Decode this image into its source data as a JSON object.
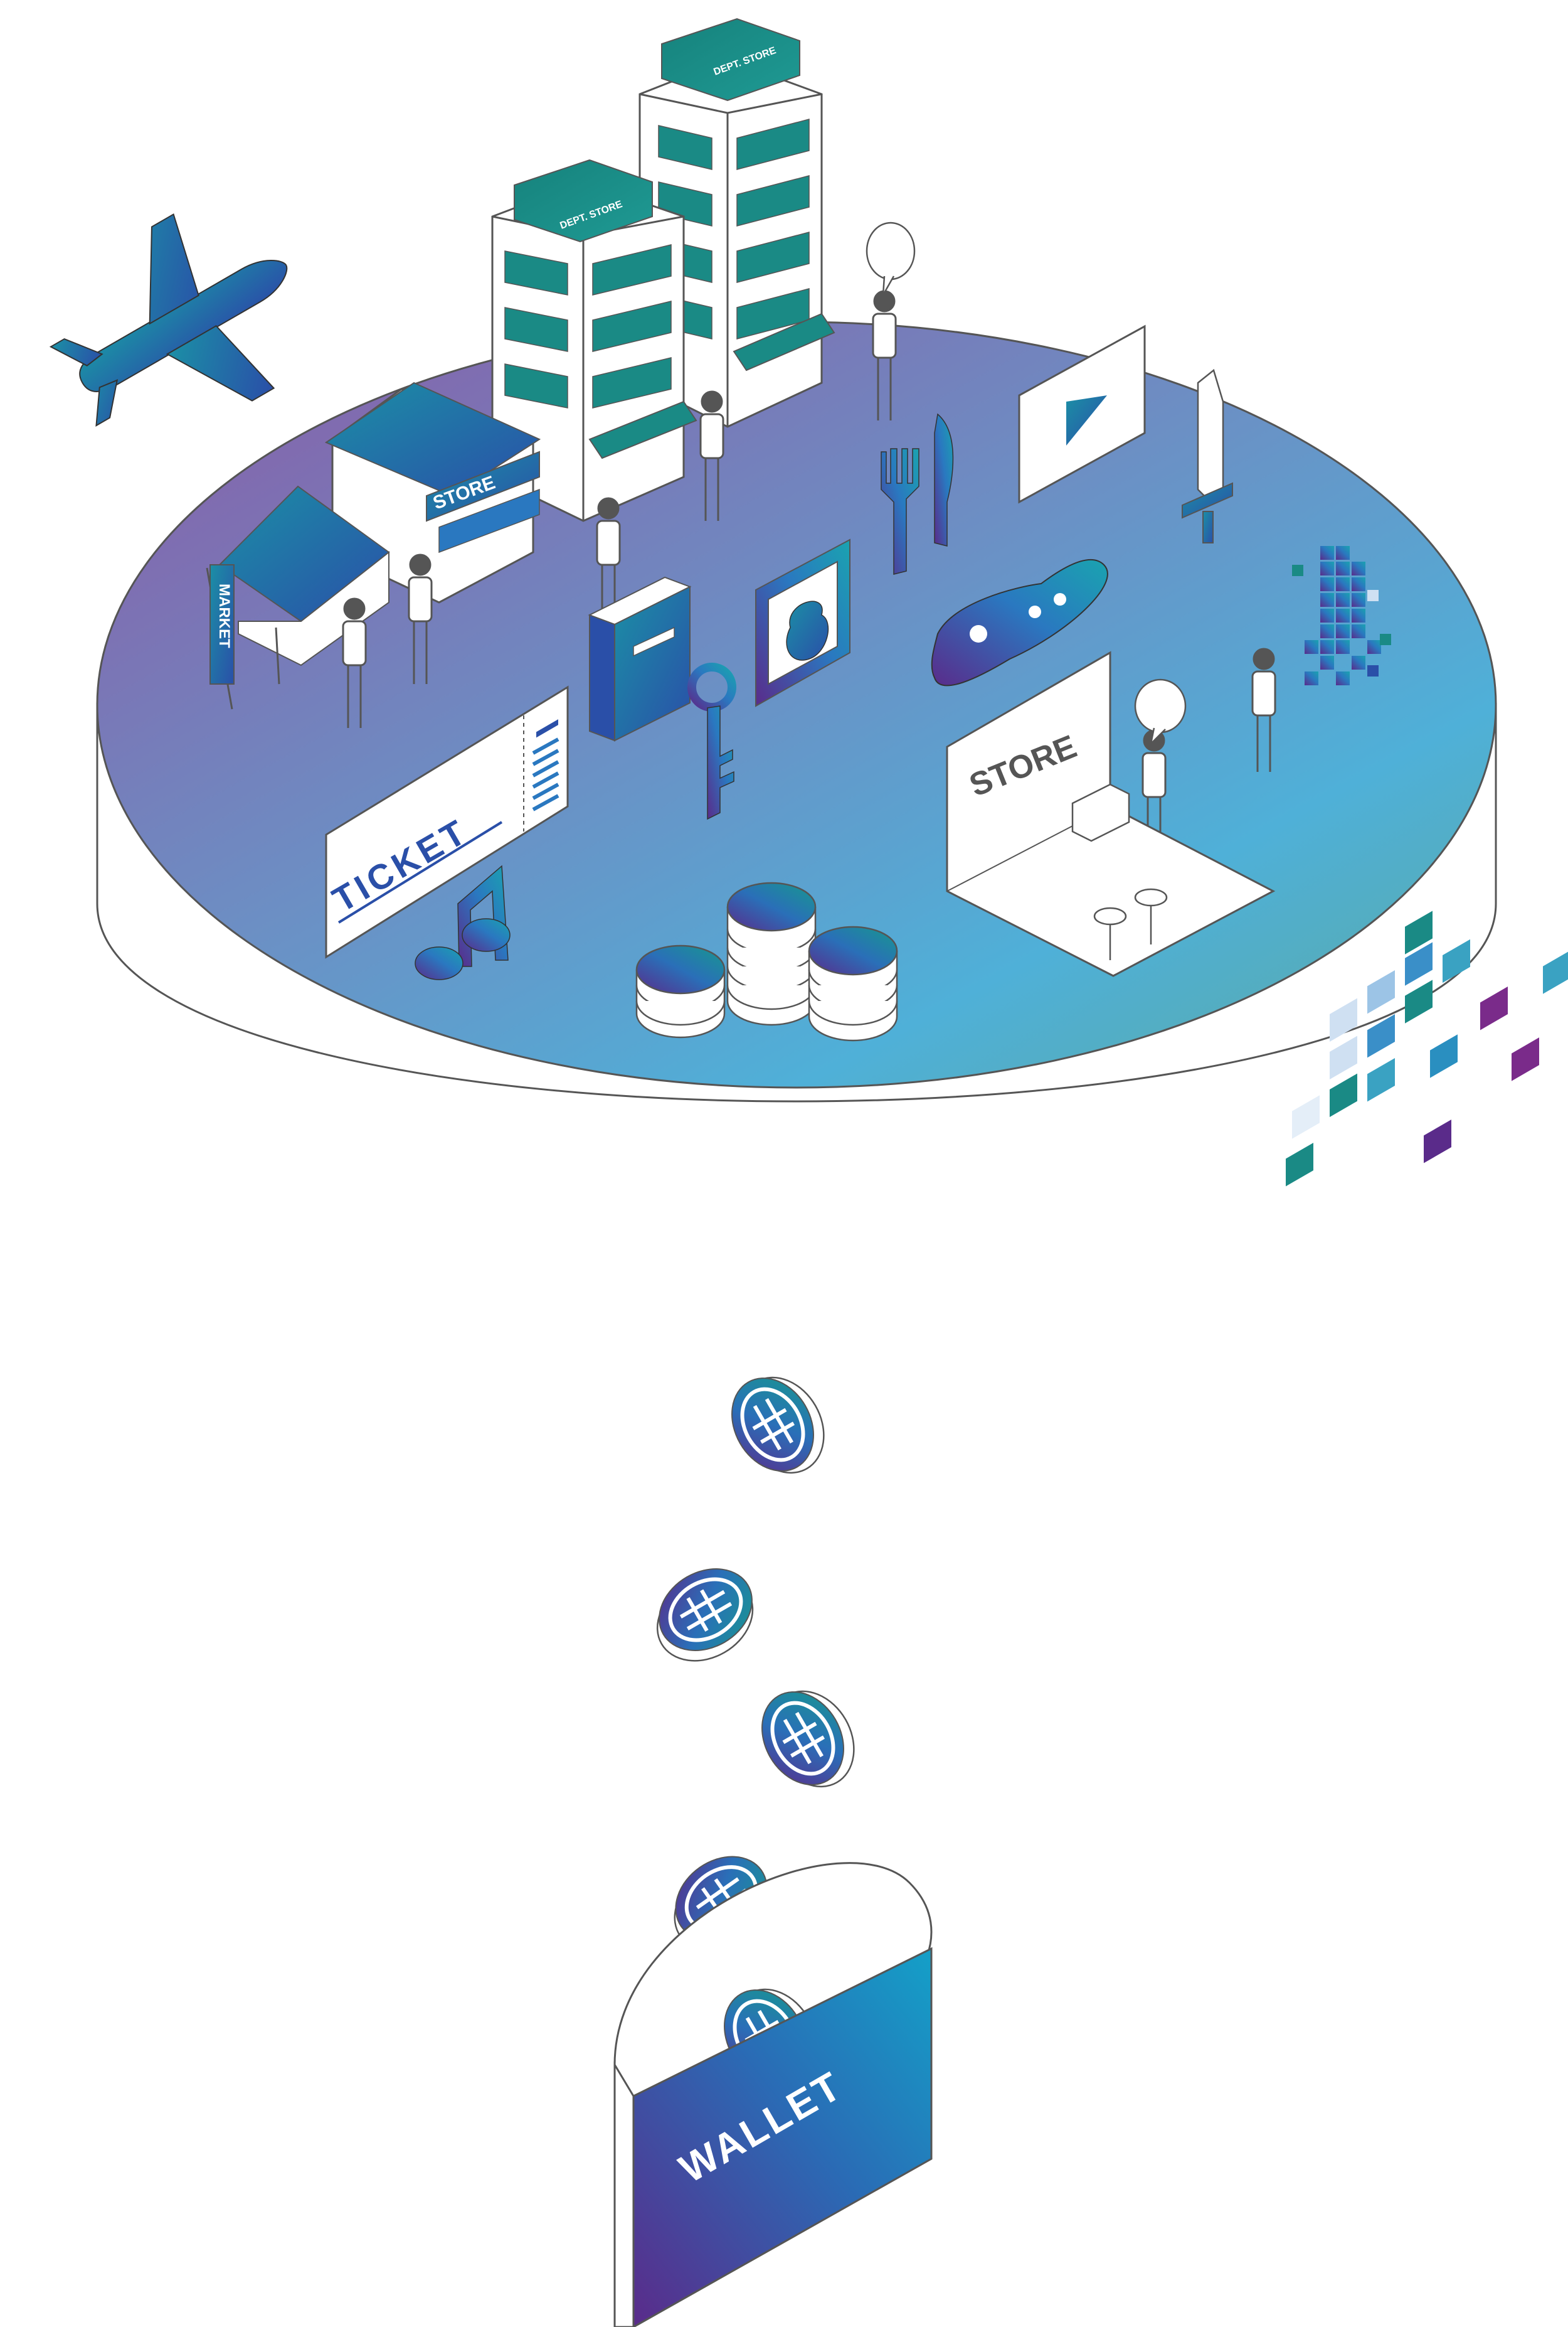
{
  "labels": {
    "dept_store_1": "DEPT. STORE",
    "dept_store_2": "DEPT. STORE",
    "store_small": "STORE",
    "market": "MARKET",
    "ticket": "TICKET",
    "store_booth": "STORE",
    "wallet": "WALLET"
  },
  "icons": [
    "airplane-icon",
    "speech-bubble-icon",
    "play-icon",
    "sword-icon",
    "fork-icon",
    "knife-icon",
    "book-icon",
    "vase-picture-icon",
    "gamepad-icon",
    "key-icon",
    "music-note-icon",
    "pixel-sword-icon",
    "coin-icon",
    "wallet-icon"
  ],
  "colors": {
    "teal": "#1a8a85",
    "blue": "#2a78c0",
    "purple": "#5a2b8a",
    "light_blue": "#56b4dc",
    "outline": "#555555"
  }
}
